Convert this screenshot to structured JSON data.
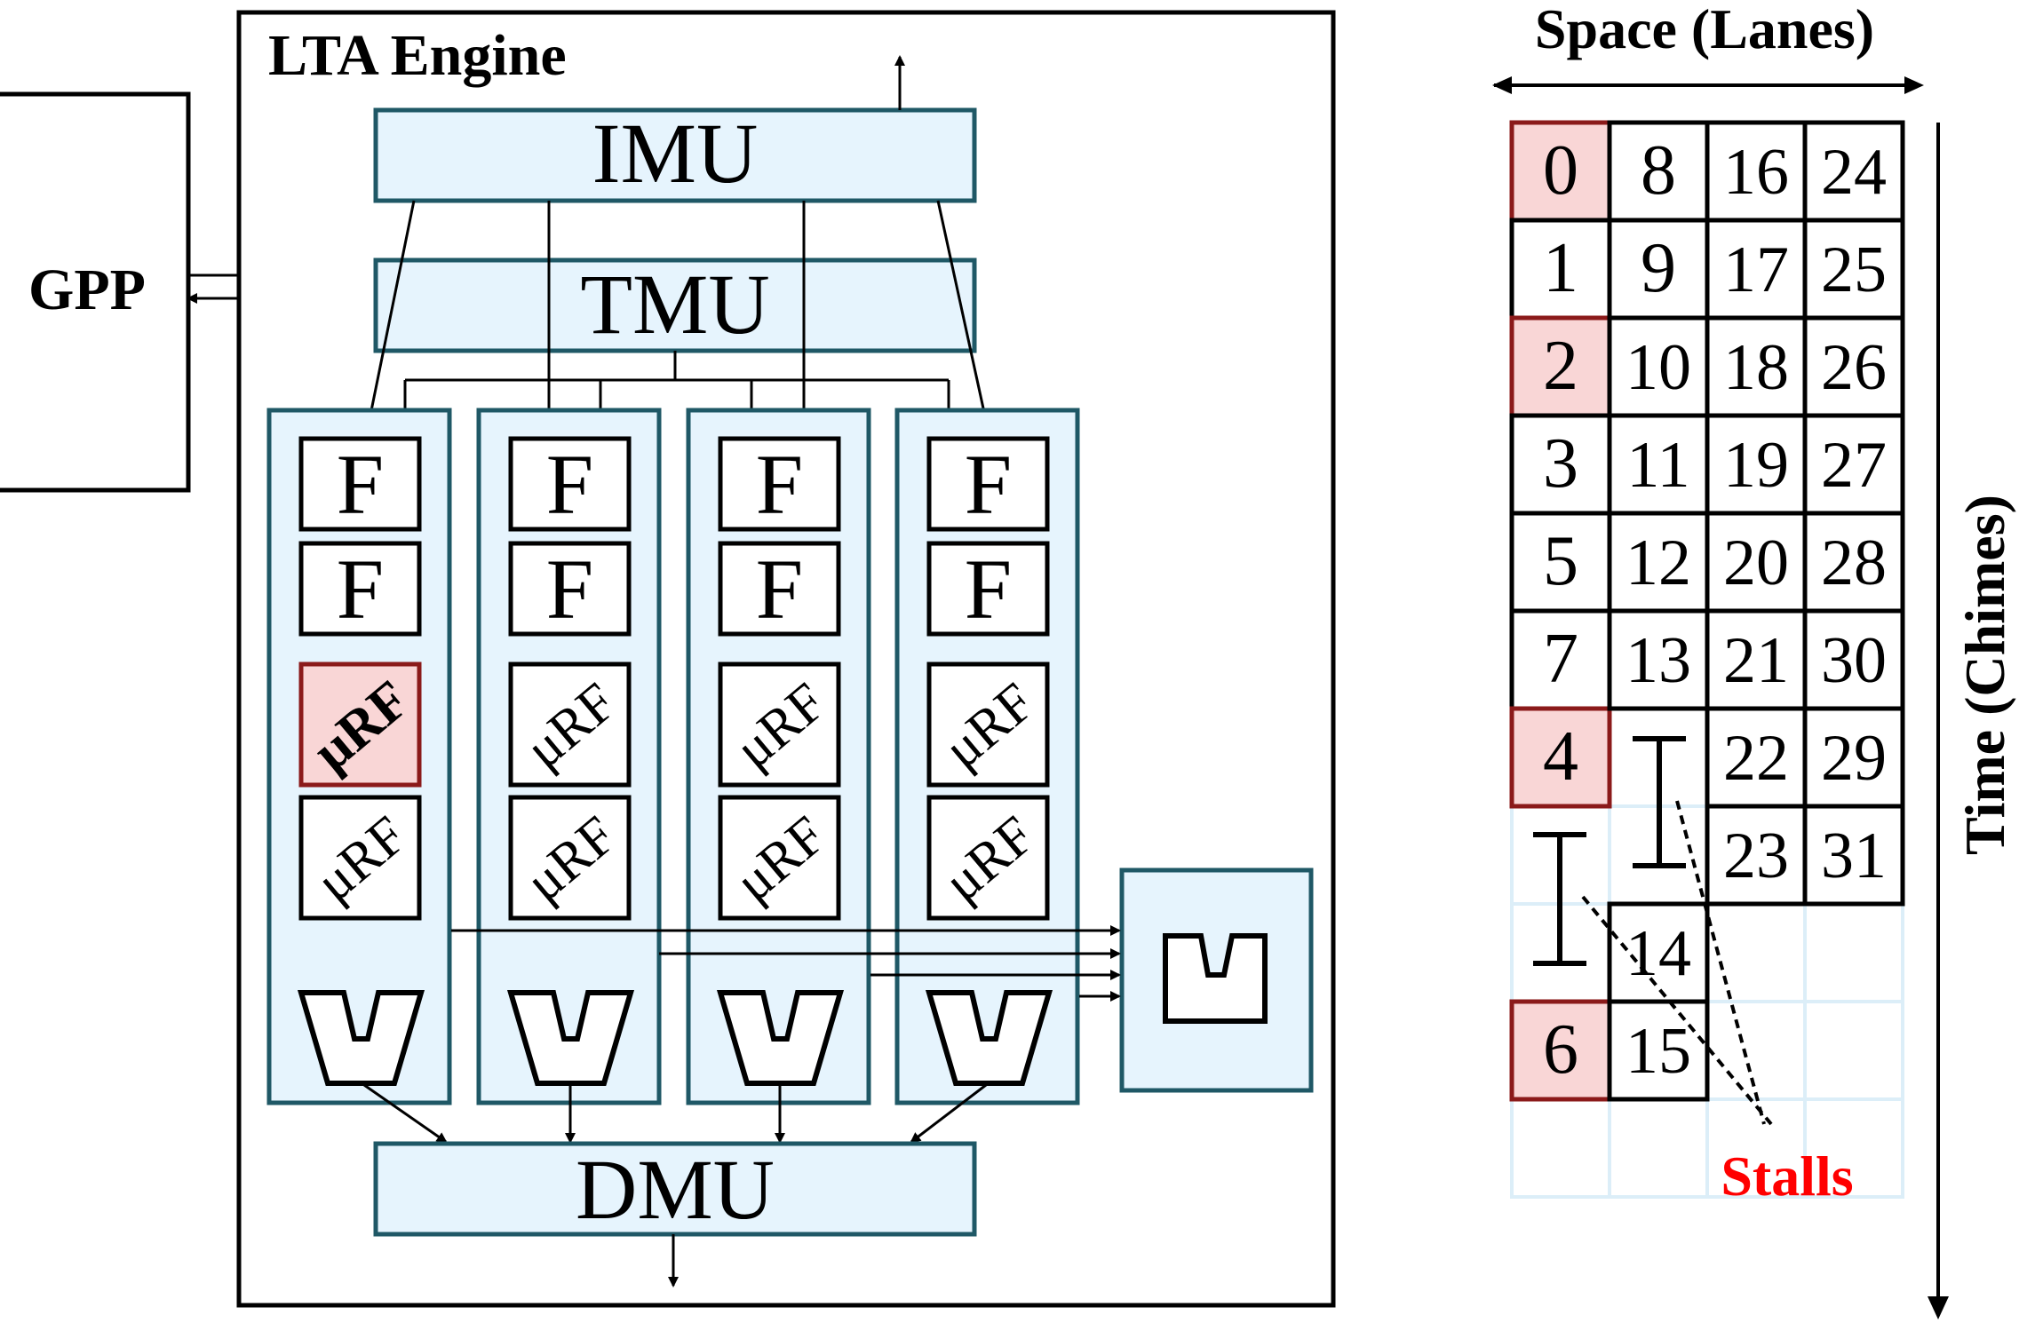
{
  "gpp": {
    "label": "GPP"
  },
  "engine": {
    "title": "LTA Engine"
  },
  "units": {
    "imu": "IMU",
    "tmu": "TMU",
    "dmu": "DMU"
  },
  "lanes": [
    {
      "fu1": "F",
      "fu2": "F",
      "urf1": "μRF",
      "urf2": "μRF",
      "urf1_highlight": true
    },
    {
      "fu1": "F",
      "fu2": "F",
      "urf1": "μRF",
      "urf2": "μRF",
      "urf1_highlight": false
    },
    {
      "fu1": "F",
      "fu2": "F",
      "urf1": "μRF",
      "urf2": "μRF",
      "urf1_highlight": false
    },
    {
      "fu1": "F",
      "fu2": "F",
      "urf1": "μRF",
      "urf2": "μRF",
      "urf1_highlight": false
    }
  ],
  "schedule": {
    "space_label": "Space (Lanes)",
    "time_label": "Time (Chimes)",
    "stalls_label": "Stalls",
    "columns": [
      [
        {
          "v": "0",
          "hl": true
        },
        {
          "v": "1",
          "hl": false
        },
        {
          "v": "2",
          "hl": true
        },
        {
          "v": "3",
          "hl": false
        },
        {
          "v": "5",
          "hl": false
        },
        {
          "v": "7",
          "hl": false
        },
        {
          "v": "4",
          "hl": true
        },
        {
          "v": "",
          "hl": false,
          "empty": true
        },
        {
          "v": "",
          "hl": false,
          "empty": true
        },
        {
          "v": "6",
          "hl": true
        },
        {
          "v": "",
          "hl": false,
          "empty": true
        }
      ],
      [
        {
          "v": "8",
          "hl": false
        },
        {
          "v": "9",
          "hl": false
        },
        {
          "v": "10",
          "hl": false
        },
        {
          "v": "11",
          "hl": false
        },
        {
          "v": "12",
          "hl": false
        },
        {
          "v": "13",
          "hl": false
        },
        {
          "v": "",
          "hl": false,
          "empty": true
        },
        {
          "v": "",
          "hl": false,
          "empty": true
        },
        {
          "v": "14",
          "hl": false
        },
        {
          "v": "15",
          "hl": false
        },
        {
          "v": "",
          "hl": false,
          "empty": true
        }
      ],
      [
        {
          "v": "16",
          "hl": false
        },
        {
          "v": "17",
          "hl": false
        },
        {
          "v": "18",
          "hl": false
        },
        {
          "v": "19",
          "hl": false
        },
        {
          "v": "20",
          "hl": false
        },
        {
          "v": "21",
          "hl": false
        },
        {
          "v": "22",
          "hl": false
        },
        {
          "v": "23",
          "hl": false
        },
        {
          "v": "",
          "hl": false,
          "empty": true
        },
        {
          "v": "",
          "hl": false,
          "empty": true
        },
        {
          "v": "",
          "hl": false,
          "empty": true
        }
      ],
      [
        {
          "v": "24",
          "hl": false
        },
        {
          "v": "25",
          "hl": false
        },
        {
          "v": "26",
          "hl": false
        },
        {
          "v": "27",
          "hl": false
        },
        {
          "v": "28",
          "hl": false
        },
        {
          "v": "30",
          "hl": false
        },
        {
          "v": "29",
          "hl": false
        },
        {
          "v": "31",
          "hl": false
        },
        {
          "v": "",
          "hl": false,
          "empty": true
        },
        {
          "v": "",
          "hl": false,
          "empty": true
        },
        {
          "v": "",
          "hl": false,
          "empty": true
        }
      ]
    ]
  },
  "colors": {
    "unit_fill": "#e6f4fd",
    "unit_stroke": "#1f5866",
    "highlight_fill": "#f9d6d6",
    "highlight_stroke": "#8b1a1a",
    "stalls": "#ff0000",
    "ghost_grid": "#dceef8"
  }
}
